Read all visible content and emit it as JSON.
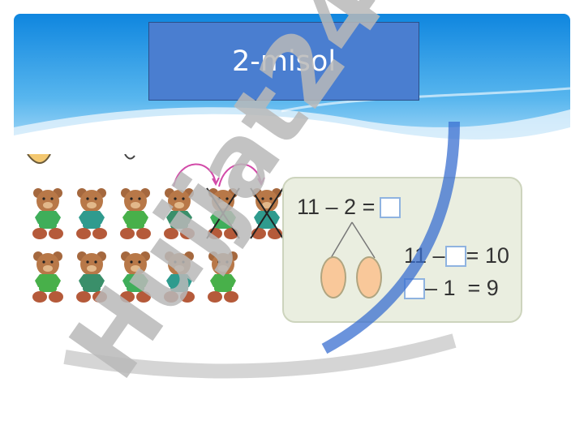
{
  "slide": {
    "title": "2-misol",
    "colors": {
      "header_blue": "#1a8ee0",
      "title_box": "#4a7ed0",
      "panel": "#eaeee0",
      "oval": "#f9c89a",
      "arrow": "#d24aa8",
      "watermark_gray": "#b9b9b9",
      "watermark_blue": "#3a6fd0"
    }
  },
  "exercise": {
    "bears_total": 11,
    "bears_crossed": 2,
    "equation_1": {
      "left": "11 – 2 =",
      "answer_box": ""
    },
    "equation_2": {
      "left": "11 –",
      "right": "= 10"
    },
    "equation_3": {
      "right": "– 1  = 9"
    }
  },
  "watermark": {
    "text": "Hujjat24",
    "icon": "watermark-logo-icon"
  }
}
